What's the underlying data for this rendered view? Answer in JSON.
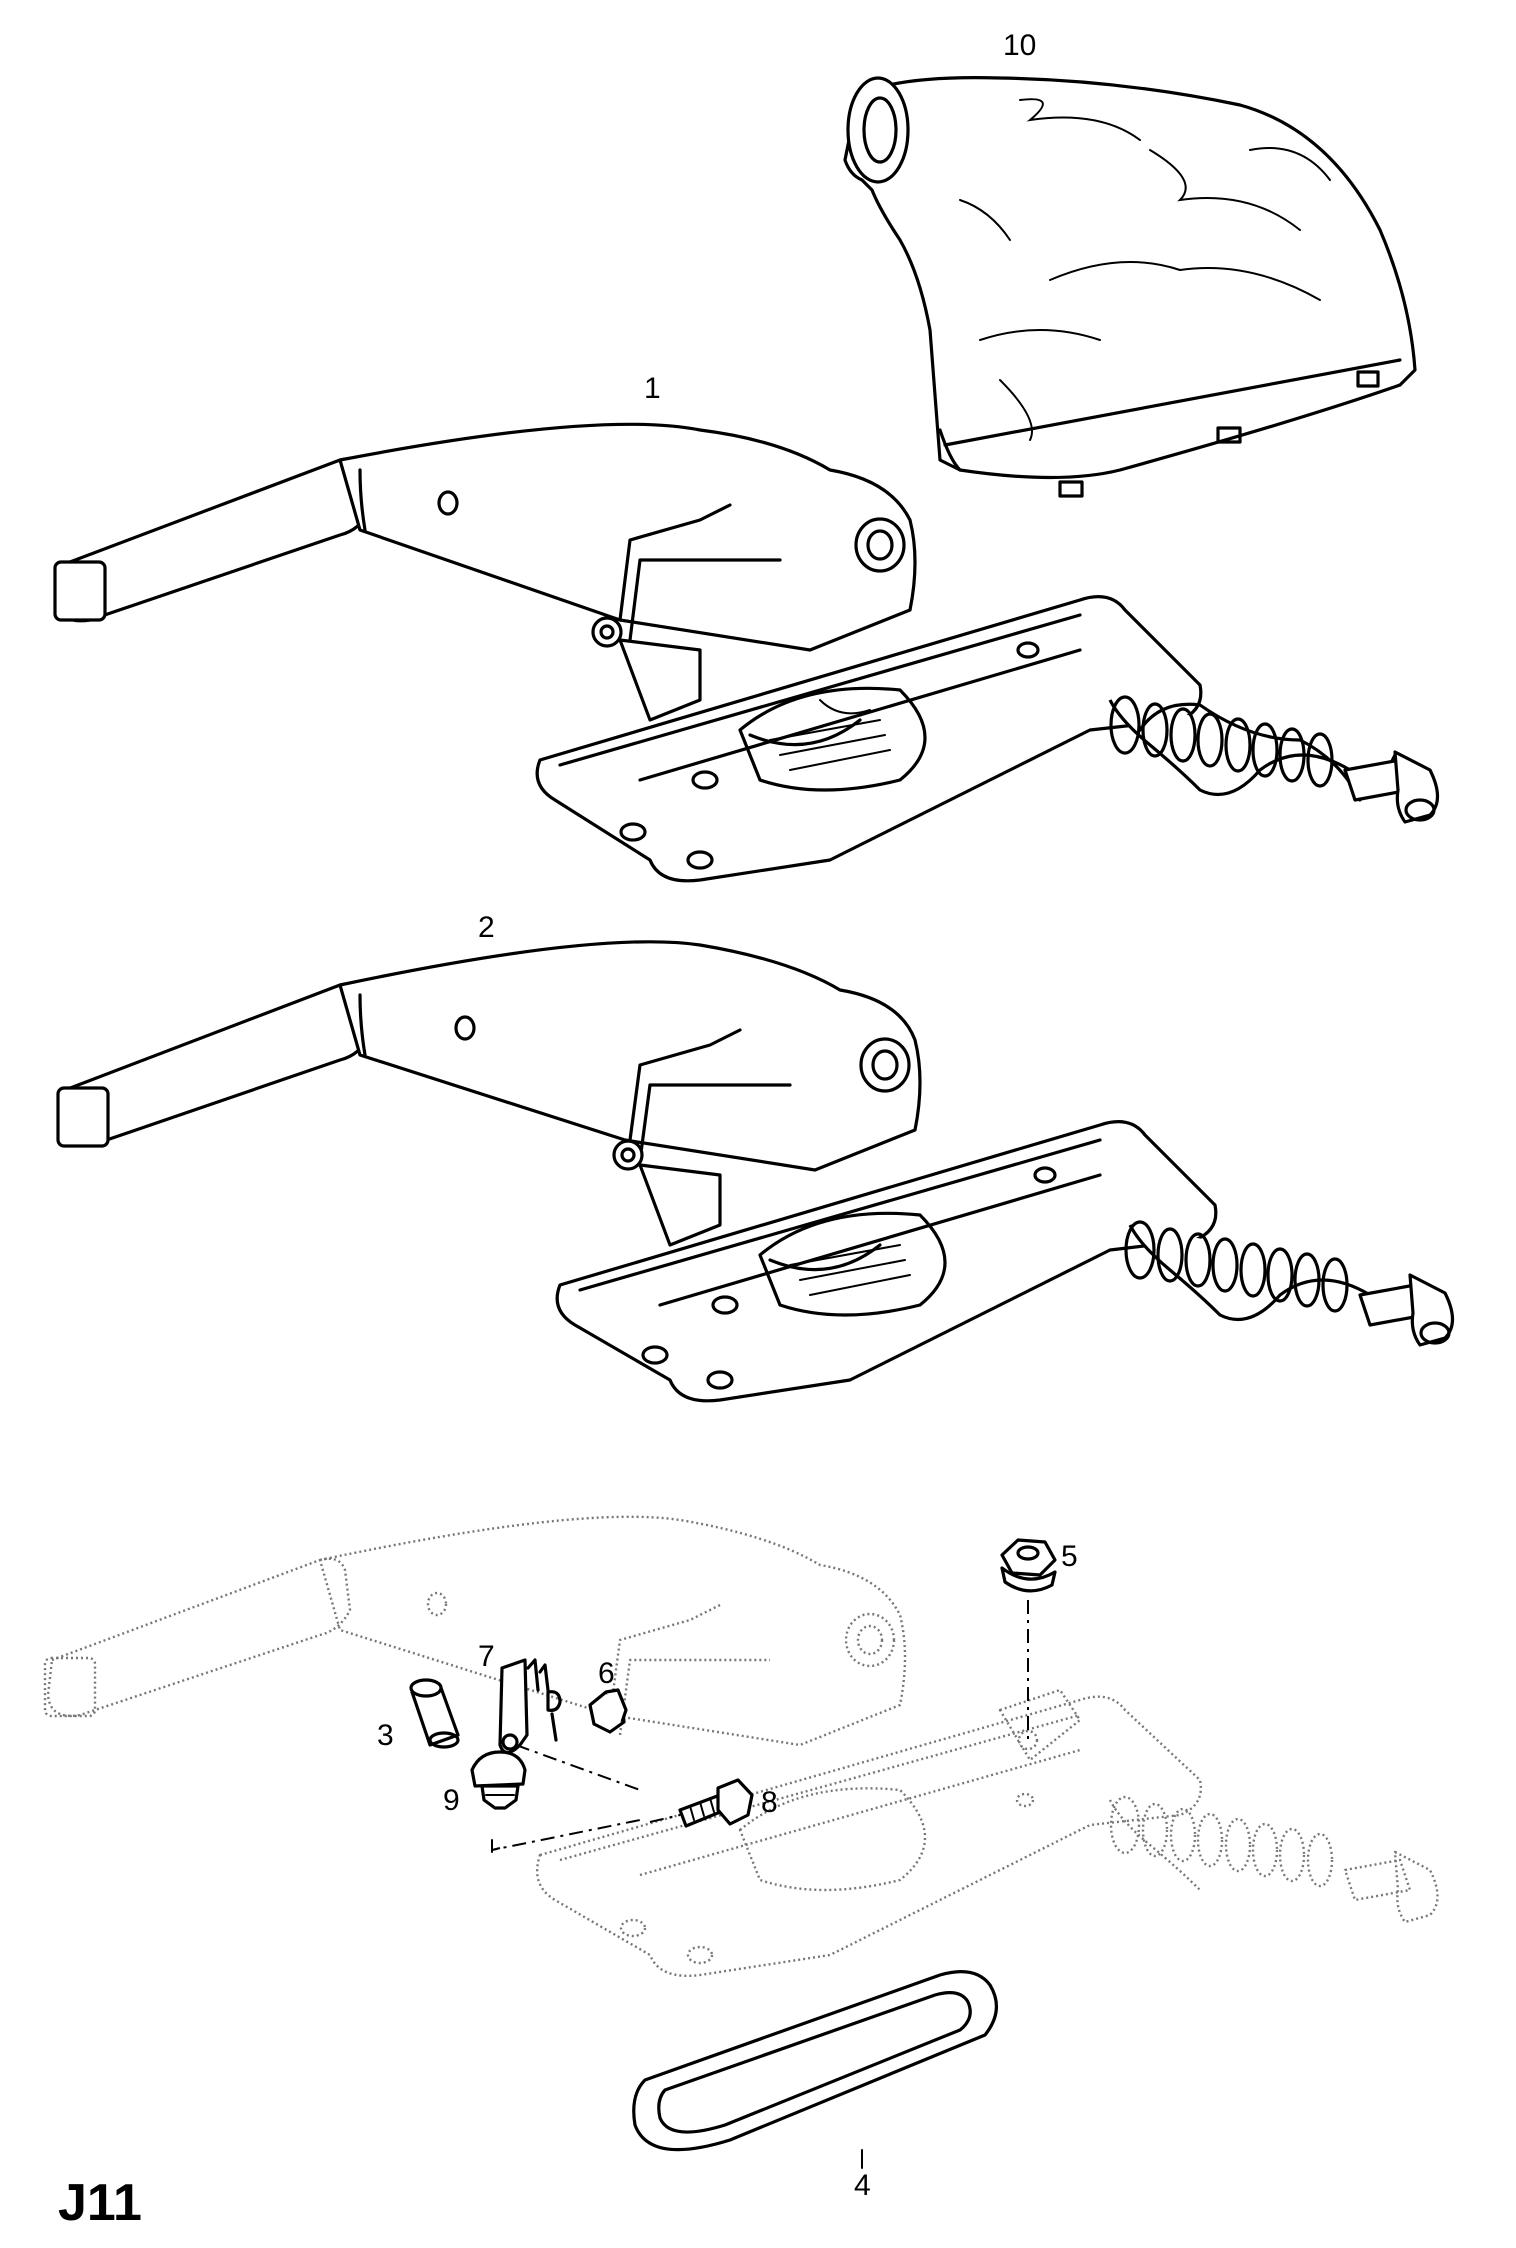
{
  "diagram_ref": "J11",
  "callouts": [
    {
      "id": "1",
      "text": "1"
    },
    {
      "id": "2",
      "text": "2"
    },
    {
      "id": "3",
      "text": "3"
    },
    {
      "id": "4",
      "text": "4"
    },
    {
      "id": "5",
      "text": "5"
    },
    {
      "id": "6",
      "text": "6"
    },
    {
      "id": "7",
      "text": "7"
    },
    {
      "id": "8",
      "text": "8"
    },
    {
      "id": "9",
      "text": "9"
    },
    {
      "id": "10",
      "text": "10"
    }
  ]
}
